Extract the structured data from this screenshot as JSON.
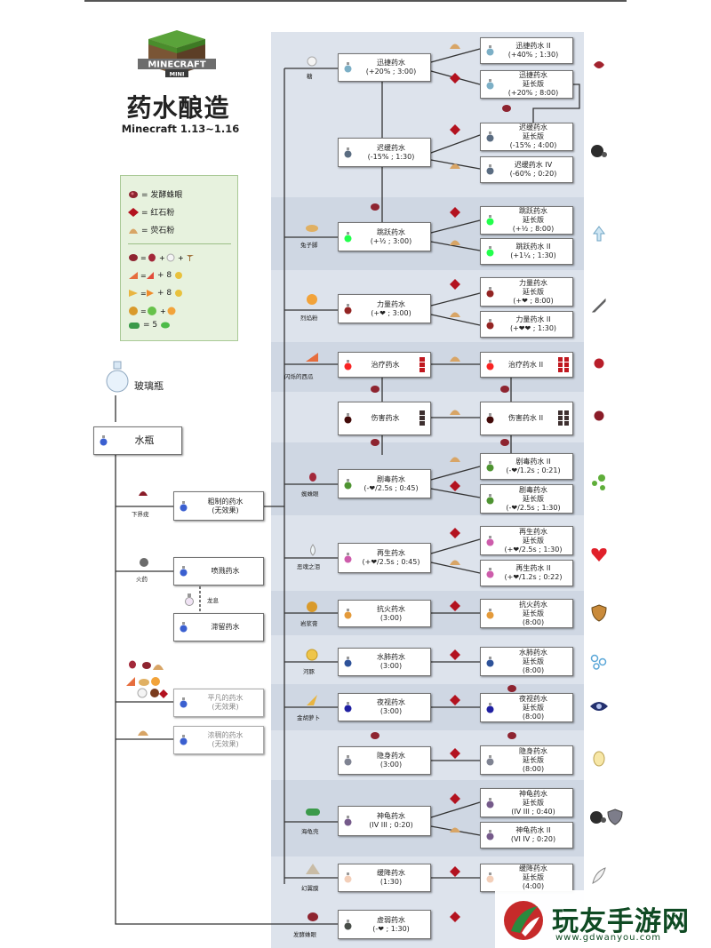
{
  "header": {
    "logo_line1": "MINECRAFT",
    "logo_line2": "MINI",
    "title": "药水酿造",
    "version": "Minecraft 1.13~1.16"
  },
  "legend": {
    "items": [
      {
        "symbol": "发酵蛛眼",
        "text": "= 发酵蛛眼"
      },
      {
        "symbol": "红石粉",
        "text": "= 红石粉"
      },
      {
        "symbol": "荧石粉",
        "text": "= 荧石粉"
      }
    ],
    "counts": [
      "+ 8",
      "+ 8",
      "= 5"
    ]
  },
  "start": {
    "glass_bottle": "玻璃瓶",
    "water_bottle": "水瓶",
    "nether_wart": "下界疣",
    "gunpowder": "火药",
    "dragon_breath": "龙息",
    "awkward": "粗制的药水\n(无效果)",
    "splash": "喷溅药水",
    "lingering": "滞留药水",
    "mundane": "平凡的药水\n(无效果)",
    "thick": "浓稠的药水\n(无效果)"
  },
  "ingredients": {
    "sugar": "糖",
    "rabbit_foot": "兔子脚",
    "blaze_powder": "烈焰粉",
    "glistering_melon": "闪烁的西瓜",
    "spider_eye": "蜘蛛眼",
    "ghast_tear": "恶魂之泪",
    "magma_cream": "岩浆膏",
    "pufferfish": "河豚",
    "golden_carrot": "金胡萝卜",
    "turtle_shell": "海龟壳",
    "phantom_membrane": "幻翼膜",
    "fermented_spider_eye": "发酵蛛眼"
  },
  "potions": {
    "swiftness": "迅捷药水\n(+20% ; 3:00)",
    "swiftness_2": "迅捷药水 II\n(+40% ; 1:30)",
    "swiftness_ext": "迅捷药水\n延长版\n(+20% ; 8:00)",
    "slowness": "迟缓药水\n(-15% ; 1:30)",
    "slowness_ext": "迟缓药水\n延长版\n(-15% ; 4:00)",
    "slowness_4": "迟缓药水 IV\n(-60% ; 0:20)",
    "leaping": "跳跃药水\n(+½ ; 3:00)",
    "leaping_ext": "跳跃药水\n延长版\n(+½ ; 8:00)",
    "leaping_2": "跳跃药水 II\n(+1¼ ; 1:30)",
    "strength": "力量药水\n(+❤ ; 3:00)",
    "strength_ext": "力量药水\n延长版\n(+❤ ; 8:00)",
    "strength_2": "力量药水 II\n(+❤❤ ; 1:30)",
    "healing": "治疗药水",
    "healing_2": "治疗药水 II",
    "harming": "伤害药水",
    "harming_2": "伤害药水 II",
    "poison": "剧毒药水\n(-❤/2.5s ; 0:45)",
    "poison_2": "剧毒药水 II\n(-❤/1.2s ; 0:21)",
    "poison_ext": "剧毒药水\n延长版\n(-❤/2.5s ; 1:30)",
    "regen": "再生药水\n(+❤/2.5s ; 0:45)",
    "regen_ext": "再生药水\n延长版\n(+❤/2.5s ; 1:30)",
    "regen_2": "再生药水 II\n(+❤/1.2s ; 0:22)",
    "fire_res": "抗火药水\n(3:00)",
    "fire_res_ext": "抗火药水\n延长版\n(8:00)",
    "water_breathing": "水肺药水\n(3:00)",
    "water_breathing_ext": "水肺药水\n延长版\n(8:00)",
    "night_vision": "夜视药水\n(3:00)",
    "night_vision_ext": "夜视药水\n延长版\n(8:00)",
    "invisibility": "隐身药水\n(3:00)",
    "invisibility_ext": "隐身药水\n延长版\n(8:00)",
    "turtle": "神龟药水\n(IV  III ; 0:20)",
    "turtle_ext": "神龟药水\n延长版\n(IV  III ; 0:40)",
    "turtle_2": "神龟药水 II\n(VI  IV ; 0:20)",
    "slow_falling": "缓降药水\n(1:30)",
    "slow_falling_ext": "缓降药水\n延长版\n(4:00)",
    "weakness": "虚弱药水\n(-❤ ; 1:30)"
  },
  "watermark": {
    "text": "玩友手游网",
    "url": "www.gdwanyou.com"
  },
  "colors": {
    "panel": "#dde3ec",
    "band": "#cfd7e3",
    "legend_bg": "#e7f2de",
    "redstone": "#b3121f",
    "glowstone": "#d8a566",
    "fermented": "#8e2430",
    "watermark": "#0f4a23"
  }
}
